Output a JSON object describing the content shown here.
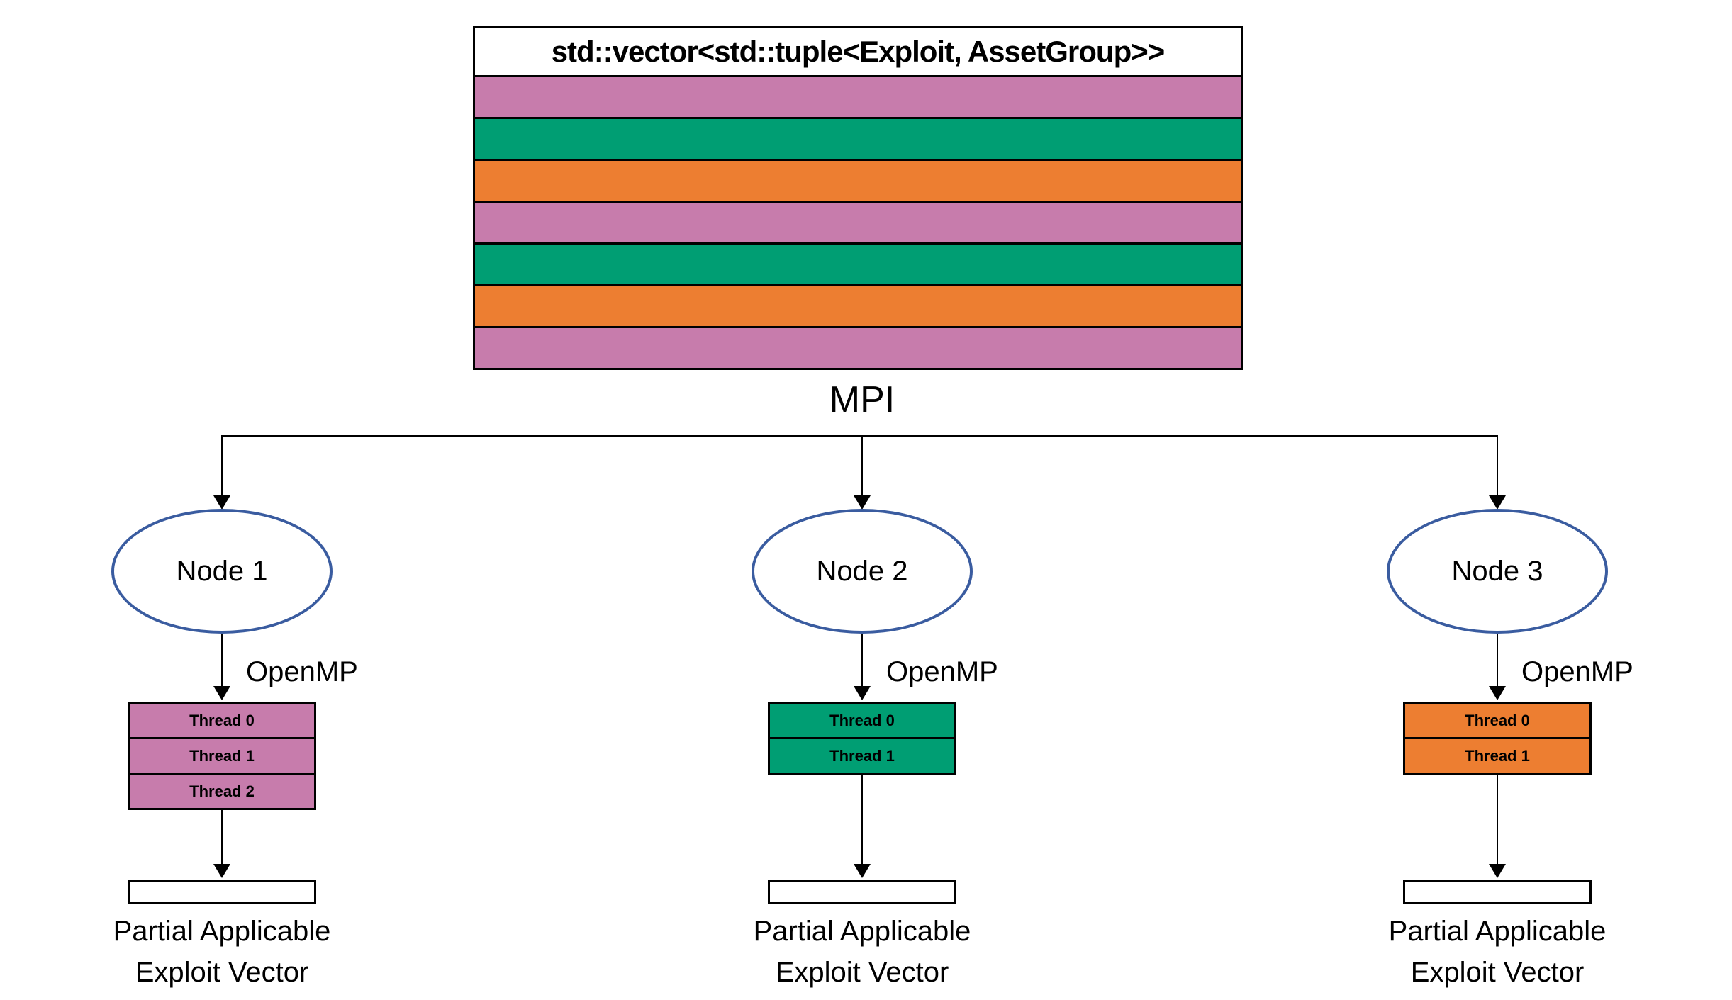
{
  "labels": {
    "mpi": "MPI",
    "openmp": "OpenMP",
    "partial_line1": "Partial Applicable",
    "partial_line2": "Exploit Vector"
  },
  "colors": {
    "pink": "#C77CAC",
    "green": "#009E73",
    "orange": "#ED7E31",
    "ellipse_stroke": "#3A5CA0",
    "line": "#000000"
  },
  "vector_box": {
    "title": "std::vector<std::tuple<Exploit, AssetGroup>>",
    "stripes": [
      "#C77CAC",
      "#009E73",
      "#ED7E31",
      "#C77CAC",
      "#009E73",
      "#ED7E31",
      "#C77CAC"
    ]
  },
  "nodes": [
    {
      "label": "Node 1",
      "color": "#C77CAC",
      "threads": [
        "Thread 0",
        "Thread 1",
        "Thread 2"
      ]
    },
    {
      "label": "Node 2",
      "color": "#009E73",
      "threads": [
        "Thread 0",
        "Thread 1"
      ]
    },
    {
      "label": "Node 3",
      "color": "#ED7E31",
      "threads": [
        "Thread 0",
        "Thread 1"
      ]
    }
  ]
}
